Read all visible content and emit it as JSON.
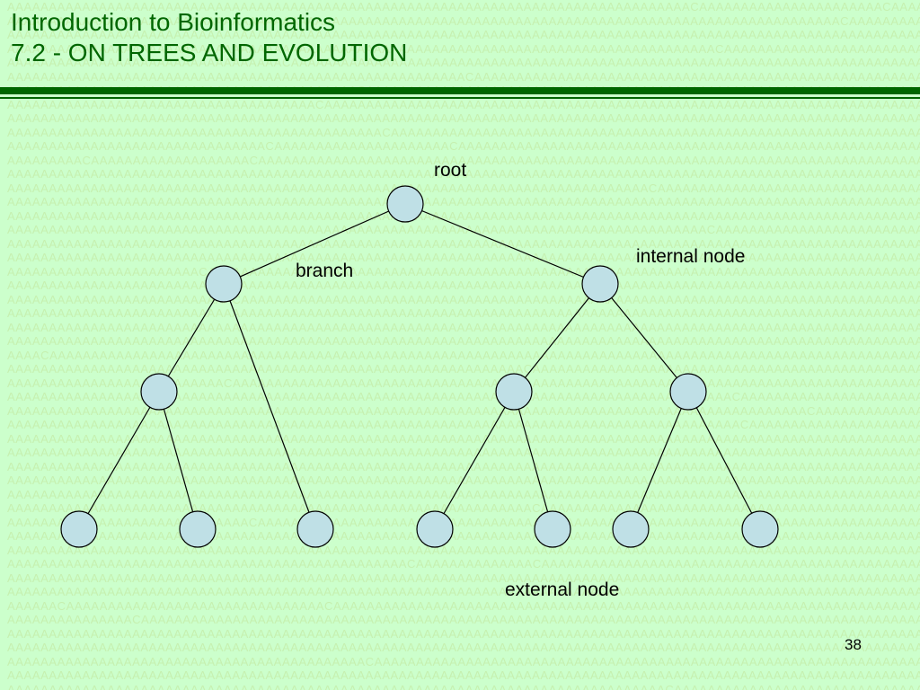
{
  "slide": {
    "title_line1": "Introduction to Bioinformatics",
    "title_line2": "7.2 - ON TREES AND EVOLUTION",
    "page_number": "38"
  },
  "diagram": {
    "labels": {
      "root": "root",
      "branch": "branch",
      "internal_node": "internal node",
      "external_node": "external node"
    }
  },
  "colors": {
    "background": "#ccffcc",
    "title": "#006600",
    "rule": "#006600",
    "node_fill": "#bfe0e6",
    "edge": "#000000"
  }
}
